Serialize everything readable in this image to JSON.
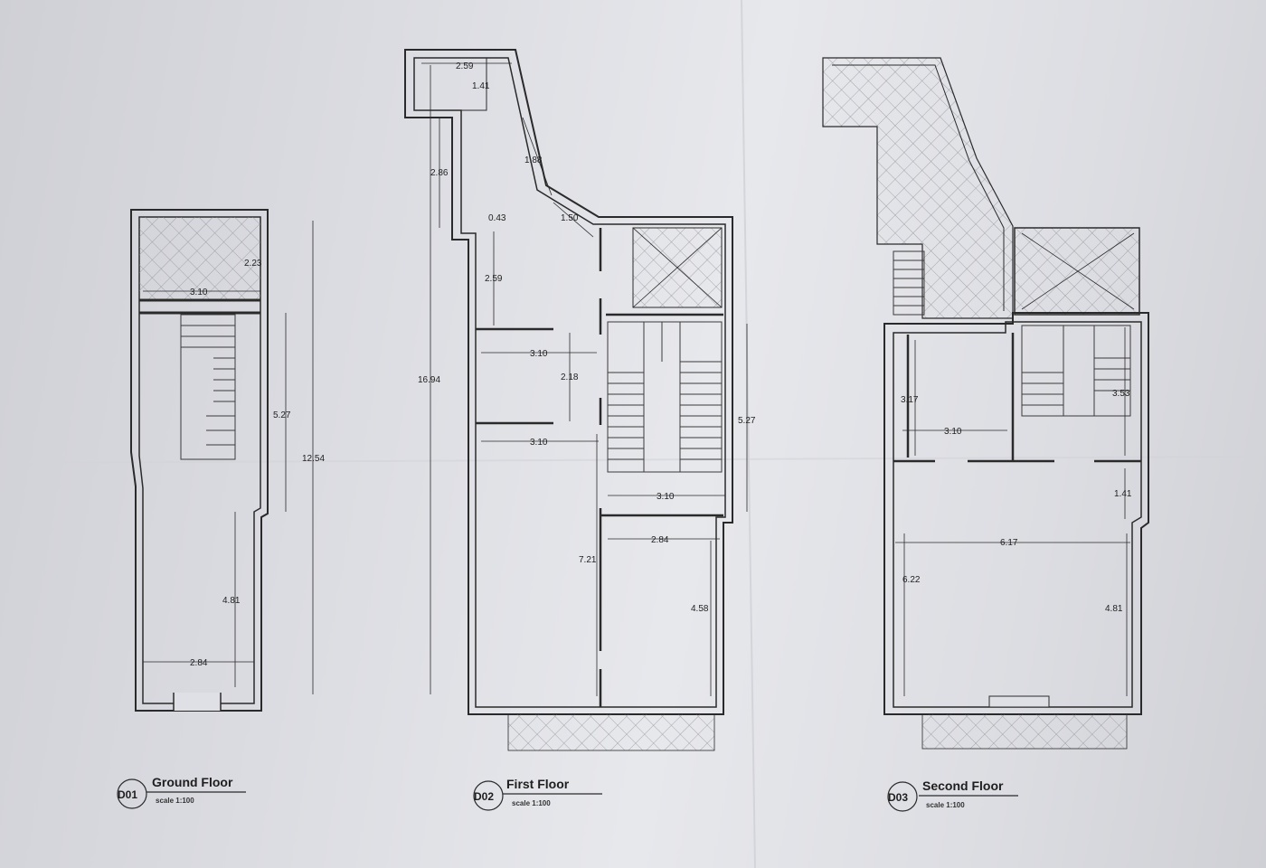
{
  "plans": [
    {
      "code": "D01",
      "title": "Ground Floor",
      "scale": "scale 1:100",
      "dimensions": [
        "2.23",
        "3.10",
        "5.27",
        "12.54",
        "4.81",
        "2.84"
      ]
    },
    {
      "code": "D02",
      "title": "First Floor",
      "scale": "scale 1:100",
      "dimensions": [
        "2.59",
        "1.41",
        "1.88",
        "2.86",
        "1.50",
        "0.43",
        "2.59",
        "16.94",
        "3.10",
        "2.18",
        "3.10",
        "5.27",
        "3.10",
        "2.84",
        "7.21",
        "4.58"
      ]
    },
    {
      "code": "D03",
      "title": "Second Floor",
      "scale": "scale 1:100",
      "dimensions": [
        "3.17",
        "3.10",
        "3.53",
        "1.41",
        "6.17",
        "6.22",
        "4.81"
      ]
    }
  ],
  "colors": {
    "paper": "#dfe0e5",
    "ink": "#2a2a2a",
    "hatch": "#8a8c92"
  }
}
